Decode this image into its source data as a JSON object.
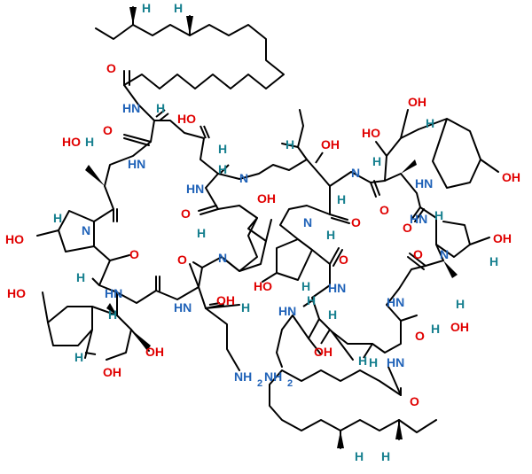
{
  "colors": {
    "oxygen": "#e00000",
    "nitrogen": "#1f62b8",
    "hydrogen": "#17808f",
    "bond": "#000000"
  },
  "atom_labels": [
    {
      "name": "h-top-1",
      "t": "H",
      "c": "H"
    },
    {
      "name": "h-top-2",
      "t": "H",
      "c": "H"
    },
    {
      "name": "o-carbonyl-acyl-top",
      "t": "O",
      "c": "O"
    },
    {
      "name": "hn-acyl-top",
      "t": "HN",
      "c": "N"
    },
    {
      "name": "h-alpha-top",
      "t": "H",
      "c": "H"
    },
    {
      "name": "ho-ring-top",
      "t": "HO",
      "c": "O"
    },
    {
      "name": "ho-thr-left",
      "t": "HO",
      "c": "O"
    },
    {
      "name": "h-thr-left",
      "t": "H",
      "c": "H"
    },
    {
      "name": "o-amide-left",
      "t": "O",
      "c": "O"
    },
    {
      "name": "hn-left-1",
      "t": "HN",
      "c": "N"
    },
    {
      "name": "h-aminal-top",
      "t": "H",
      "c": "H"
    },
    {
      "name": "n-link-top",
      "t": "N",
      "c": "N"
    },
    {
      "name": "h-link-top",
      "t": "H",
      "c": "H"
    },
    {
      "name": "oh-top-mid",
      "t": "OH",
      "c": "O"
    },
    {
      "name": "h-top-mid",
      "t": "H",
      "c": "H"
    },
    {
      "name": "ho-tyr-right",
      "t": "HO",
      "c": "O"
    },
    {
      "name": "oh-tyr-right",
      "t": "OH",
      "c": "O"
    },
    {
      "name": "h-tyr-right",
      "t": "H",
      "c": "H"
    },
    {
      "name": "h-tyr-right-2",
      "t": "H",
      "c": "H"
    },
    {
      "name": "hn-right-1",
      "t": "HN",
      "c": "N"
    },
    {
      "name": "n-right-top",
      "t": "N",
      "c": "N"
    },
    {
      "name": "h-right-top",
      "t": "H",
      "c": "H"
    },
    {
      "name": "oh-phenol-right",
      "t": "OH",
      "c": "O"
    },
    {
      "name": "o-amide-top-left",
      "t": "O",
      "c": "O"
    },
    {
      "name": "hn-left-2",
      "t": "HN",
      "c": "N"
    },
    {
      "name": "oh-pro-top",
      "t": "OH",
      "c": "O"
    },
    {
      "name": "o-amide-mid-1",
      "t": "O",
      "c": "O"
    },
    {
      "name": "o-amide-mid-2",
      "t": "O",
      "c": "O"
    },
    {
      "name": "o-amide-mid-3",
      "t": "O",
      "c": "O"
    },
    {
      "name": "hn-right-2",
      "t": "HN",
      "c": "N"
    },
    {
      "name": "h-left-pro",
      "t": "H",
      "c": "H"
    },
    {
      "name": "n-left-pro",
      "t": "N",
      "c": "N"
    },
    {
      "name": "ho-left-pro",
      "t": "HO",
      "c": "O"
    },
    {
      "name": "h-left-pro-2",
      "t": "H",
      "c": "H"
    },
    {
      "name": "n-center-pro",
      "t": "N",
      "c": "N"
    },
    {
      "name": "h-center-pro",
      "t": "H",
      "c": "H"
    },
    {
      "name": "n-center-pro-2",
      "t": "N",
      "c": "N"
    },
    {
      "name": "h-center-pro-2",
      "t": "H",
      "c": "H"
    },
    {
      "name": "h-right-pro",
      "t": "H",
      "c": "H"
    },
    {
      "name": "n-right-pro",
      "t": "N",
      "c": "N"
    },
    {
      "name": "oh-right-pro",
      "t": "OH",
      "c": "O"
    },
    {
      "name": "h-right-pro-2",
      "t": "H",
      "c": "H"
    },
    {
      "name": "o-amide-left-2",
      "t": "O",
      "c": "O"
    },
    {
      "name": "o-amide-center-1",
      "t": "O",
      "c": "O"
    },
    {
      "name": "o-amide-center-2",
      "t": "O",
      "c": "O"
    },
    {
      "name": "o-amide-right-2",
      "t": "O",
      "c": "O"
    },
    {
      "name": "ho-center-pro",
      "t": "HO",
      "c": "O"
    },
    {
      "name": "h-center-pro-3",
      "t": "H",
      "c": "H"
    },
    {
      "name": "hn-left-3",
      "t": "HN",
      "c": "N"
    },
    {
      "name": "hn-center-1",
      "t": "HN",
      "c": "N"
    },
    {
      "name": "hn-center-2",
      "t": "HN",
      "c": "N"
    },
    {
      "name": "hn-right-3",
      "t": "HN",
      "c": "N"
    },
    {
      "name": "ho-phenol-left",
      "t": "HO",
      "c": "O"
    },
    {
      "name": "h-tyr-left",
      "t": "H",
      "c": "H"
    },
    {
      "name": "h-center-alpha",
      "t": "H",
      "c": "H"
    },
    {
      "name": "oh-center-1",
      "t": "OH",
      "c": "O"
    },
    {
      "name": "h-center-1",
      "t": "H",
      "c": "H"
    },
    {
      "name": "hn-center-3",
      "t": "HN",
      "c": "N"
    },
    {
      "name": "h-center-2",
      "t": "H",
      "c": "H"
    },
    {
      "name": "h-right-alpha",
      "t": "H",
      "c": "H"
    },
    {
      "name": "oh-right-thr",
      "t": "OH",
      "c": "O"
    },
    {
      "name": "h-right-thr",
      "t": "H",
      "c": "H"
    },
    {
      "name": "h-tyr-left-2",
      "t": "H",
      "c": "H"
    },
    {
      "name": "oh-tyr-left",
      "t": "OH",
      "c": "O"
    },
    {
      "name": "oh-center-2",
      "t": "OH",
      "c": "O"
    },
    {
      "name": "h-center-3",
      "t": "H",
      "c": "H"
    },
    {
      "name": "o-amide-right-3",
      "t": "O",
      "c": "O"
    },
    {
      "name": "oh-tyr-left-2",
      "t": "OH",
      "c": "O"
    },
    {
      "name": "nh2-left",
      "t": "NH",
      "c": "N"
    },
    {
      "name": "nh2-left-sub",
      "t": "2",
      "c": "N"
    },
    {
      "name": "nh2-right",
      "t": "NH",
      "c": "N"
    },
    {
      "name": "nh2-right-sub",
      "t": "2",
      "c": "N"
    },
    {
      "name": "h-bottom-alpha",
      "t": "H",
      "c": "H"
    },
    {
      "name": "hn-acyl-bottom",
      "t": "HN",
      "c": "N"
    },
    {
      "name": "o-carbonyl-acyl-bottom",
      "t": "O",
      "c": "O"
    },
    {
      "name": "h-bottom-1",
      "t": "H",
      "c": "H"
    },
    {
      "name": "h-bottom-2",
      "t": "H",
      "c": "H"
    }
  ]
}
